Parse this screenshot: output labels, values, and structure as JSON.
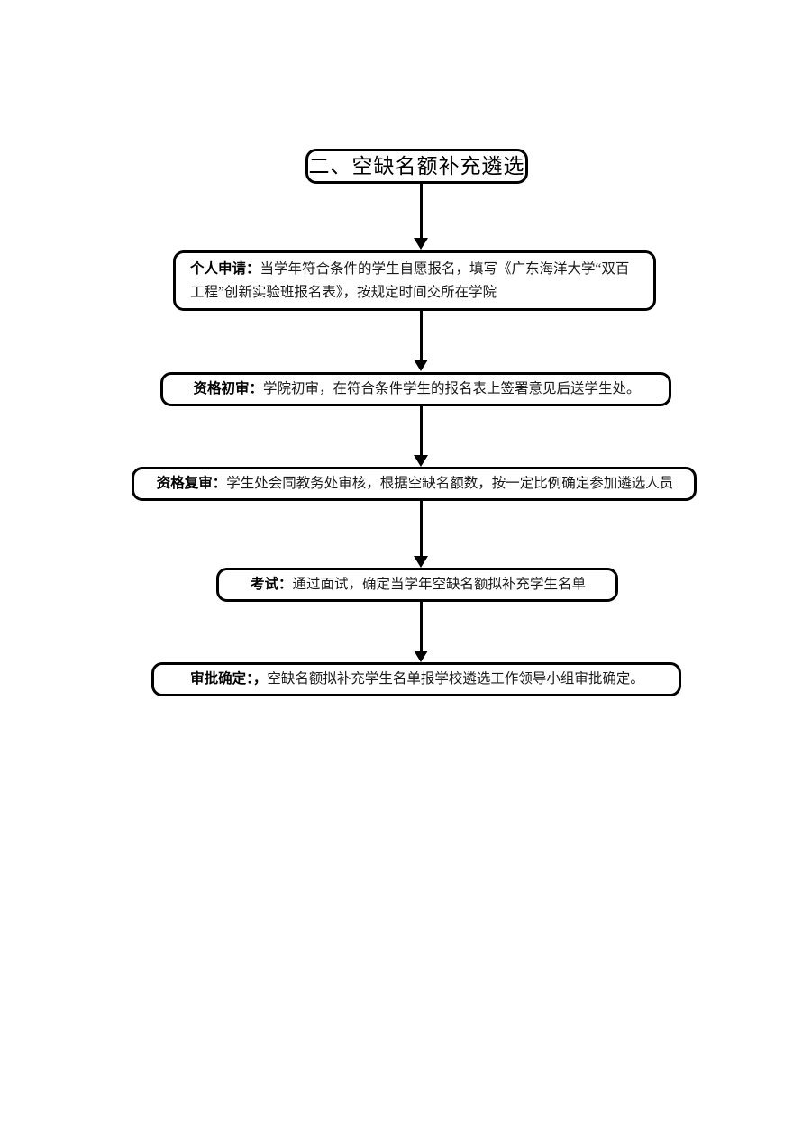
{
  "document": {
    "title": "二、空缺名额补充遴选",
    "orientation": "vertical-flowchart",
    "background_color": "#ffffff",
    "line_color": "#000000"
  },
  "flowchart": {
    "title_node": {
      "label": "二、空缺名额补充遴选"
    },
    "steps": [
      {
        "id": "step-1",
        "lead": "个人申请：",
        "body": "当学年符合条件的学生自愿报名，填写《广东海洋大学“双百工程”创新实验班报名表》，按规定时间交所在学院",
        "full_text": "个人申请：当学年符合条件的学生自愿报名，填写《广东海洋大学“双百工程”创新实验班报名表》，按规定时间交所在学院"
      },
      {
        "id": "step-2",
        "lead": "资格初审：",
        "body": "学院初审，在符合条件学生的报名表上签署意见后送学生处。",
        "full_text": "资格初审：学院初审，在符合条件学生的报名表上签署意见后送学生处。"
      },
      {
        "id": "step-3",
        "lead": "资格复审：",
        "body": "学生处会同教务处审核，根据空缺名额数，按一定比例确定参加遴选人员",
        "full_text": "资格复审：学生处会同教务处审核，根据空缺名额数，按一定比例确定参加遴选人员"
      },
      {
        "id": "step-4",
        "lead": "考试：",
        "body": "通过面试，确定当学年空缺名额拟补充学生名单",
        "full_text": "考试：通过面试，确定当学年空缺名额拟补充学生名单"
      },
      {
        "id": "step-5",
        "lead": "审批确定：，",
        "body": "空缺名额拟补充学生名单报学校遴选工作领导小组审批确定。",
        "full_text": "审批确定：，空缺名额拟补充学生名单报学校遴选工作领导小组审批确定。"
      }
    ],
    "connectors": [
      {
        "id": "arrow-1",
        "from": "title_node",
        "to": "step-1"
      },
      {
        "id": "arrow-2",
        "from": "step-1",
        "to": "step-2"
      },
      {
        "id": "arrow-3",
        "from": "step-2",
        "to": "step-3"
      },
      {
        "id": "arrow-4",
        "from": "step-3",
        "to": "step-4"
      },
      {
        "id": "arrow-5",
        "from": "step-4",
        "to": "step-5"
      }
    ]
  }
}
